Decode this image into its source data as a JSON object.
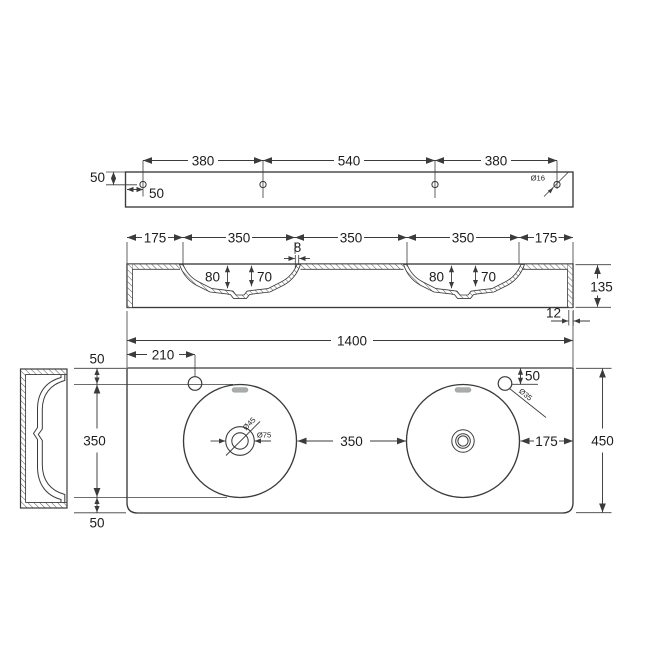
{
  "meta": {
    "title": "Double basin wall-hung vanity technical drawing"
  },
  "colors": {
    "line": "#3b3b3b",
    "text": "#1c1c1c",
    "background": "#ffffff",
    "slot_fill": "#a7acae"
  },
  "top_view": {
    "dim_hole_spacing_left": "380",
    "dim_hole_spacing_middle": "540",
    "dim_hole_spacing_right": "380",
    "dim_hole_top_offset": "50",
    "dim_hole_left_offset": "50",
    "dim_hole_diameter": "Ø16"
  },
  "front_view": {
    "dim_left_margin": "175",
    "dim_basin1_width": "350",
    "dim_between_basins": "350",
    "dim_basin2_width": "350",
    "dim_right_margin": "175",
    "dim_rim_lip": "8",
    "dim_basin1_depth_left": "80",
    "dim_basin1_depth_right": "70",
    "dim_basin2_depth_left": "80",
    "dim_basin2_depth_right": "70",
    "dim_height": "135",
    "dim_wall_thickness": "12",
    "dim_total_width": "1400"
  },
  "plan_view": {
    "dim_tap_offset": "210",
    "dim_top_margin": "50",
    "dim_basin_depth": "350",
    "dim_bottom_margin": "50",
    "dim_tap_edge_offset": "50",
    "dim_tap_hole_diameter": "Ø35",
    "dim_drain_inner_diameter": "Ø45",
    "dim_drain_outer_diameter": "Ø75",
    "dim_between_basins": "350",
    "dim_right_margin": "175",
    "dim_total_depth": "450"
  }
}
